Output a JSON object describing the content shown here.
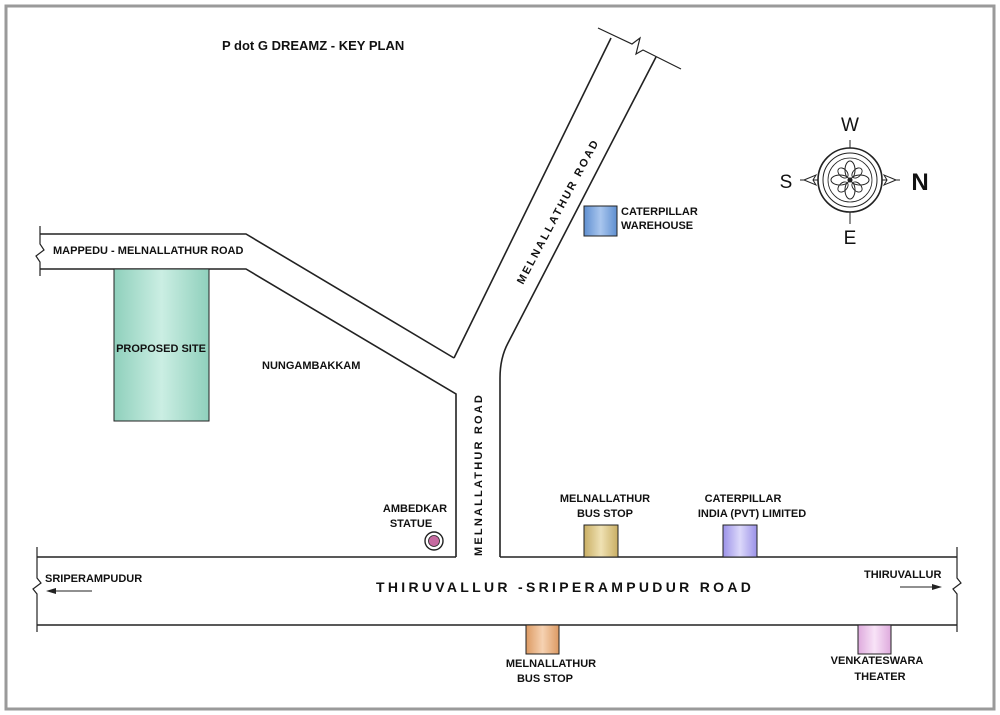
{
  "title": "P dot G DREAMZ -  KEY PLAN",
  "roads": {
    "mappedu": "MAPPEDU - MELNALLATHUR ROAD",
    "melnallathur_upper": "MELNALLATHUR ROAD",
    "melnallathur_vertical": "MELNALLATHUR ROAD",
    "main": "THIRUVALLUR -SRIPERAMPUDUR ROAD",
    "direction_left": "SRIPERAMPUDUR",
    "direction_right": "THIRUVALLUR"
  },
  "areas": {
    "nungambakkam": "NUNGAMBAKKAM",
    "proposed_site": "PROPOSED SITE"
  },
  "landmarks": {
    "caterpillar_warehouse": {
      "line1": "CATERPILLAR",
      "line2": "WAREHOUSE",
      "color": "#6f9bd6"
    },
    "ambedkar_statue": {
      "line1": "AMBEDKAR",
      "line2": "STATUE",
      "color": "#c66aa0"
    },
    "bus_stop_north": {
      "line1": "MELNALLATHUR",
      "line2": "BUS STOP",
      "color": "#cdb56f"
    },
    "caterpillar_india": {
      "line1": "CATERPILLAR",
      "line2": "INDIA (PVT) LIMITED",
      "color": "#a9a2ea"
    },
    "bus_stop_south": {
      "line1": "MELNALLATHUR",
      "line2": "BUS STOP",
      "color": "#e1a777"
    },
    "venkateswara": {
      "line1": "VENKATESWARA",
      "line2": "THEATER",
      "color": "#e5b5e3"
    }
  },
  "site_color": "#b4e0d2",
  "compass": {
    "north": "N",
    "south": "S",
    "east": "E",
    "west": "W"
  }
}
